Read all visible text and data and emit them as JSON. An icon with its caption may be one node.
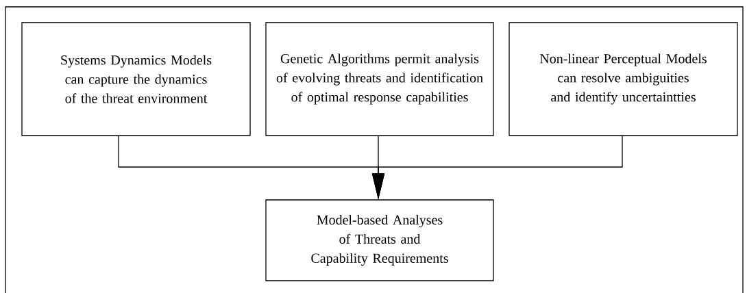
{
  "diagram": {
    "nodes": [
      {
        "text": [
          "Systems Dynamics Models can capture the dynamics of the threat environment"
        ]
      },
      {
        "text": [
          "Genetic Algorithms permit analysis of evolving threats and identification of optimal response capabilities"
        ]
      },
      {
        "text": [
          "Non-linear Perceptual Models can resolve ambiguities and identify uncertaintties"
        ]
      },
      {
        "text": [
          "Model-based Analyses of Threats and Capability Requirements"
        ]
      }
    ],
    "edges": [
      {
        "from": 0,
        "to": 3,
        "arrow": "to"
      },
      {
        "from": 1,
        "to": 3,
        "arrow": "to"
      },
      {
        "from": 2,
        "to": 3,
        "arrow": "to"
      }
    ]
  }
}
